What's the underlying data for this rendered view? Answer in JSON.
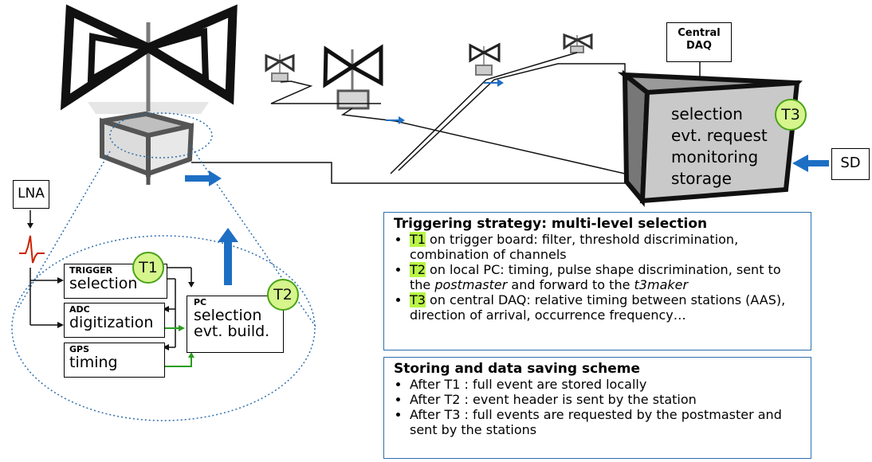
{
  "central_daq_label": "Central DAQ",
  "sd_label": "SD",
  "lna_label": "LNA",
  "storage_lines": [
    "selection",
    "evt. request",
    "monitoring",
    "storage"
  ],
  "trigger_box": {
    "small": "TRIGGER",
    "big": "selection"
  },
  "adc_box": {
    "small": "ADC",
    "big": "digitization"
  },
  "gps_box": {
    "small": "GPS",
    "big": "timing"
  },
  "pc_box": {
    "small": "PC",
    "line1": "selection",
    "line2": "evt. build."
  },
  "badges": {
    "t1": "T1",
    "t2": "T2",
    "t3": "T3"
  },
  "colors": {
    "badge_fill": "#d6f58c",
    "badge_border": "#4aa317",
    "arrow_blue": "#1d6fc4",
    "arrow_green": "#2a9d1c",
    "panel_border": "#2e6fad",
    "signal": "#cc2200"
  },
  "triggering": {
    "title": "Triggering strategy: multi-level selection",
    "items": [
      {
        "tag": "T1",
        "text": " on trigger board: filter, threshold discrimination, combination of channels"
      },
      {
        "tag": "T2",
        "text_a": " on local PC: timing, pulse shape discrimination, sent to the ",
        "em1": "postmaster",
        "text_b": " and forward to the ",
        "em2": "t3maker"
      },
      {
        "tag": "T3",
        "text": " on central DAQ: relative timing between stations (AAS), direction of arrival, occurrence frequency…"
      }
    ]
  },
  "storing": {
    "title": "Storing and data saving scheme",
    "items": [
      "After T1 : full event are stored locally",
      "After T2 : event header is sent by the station",
      "After T3 : full events are requested by the postmaster and sent by the stations"
    ]
  }
}
